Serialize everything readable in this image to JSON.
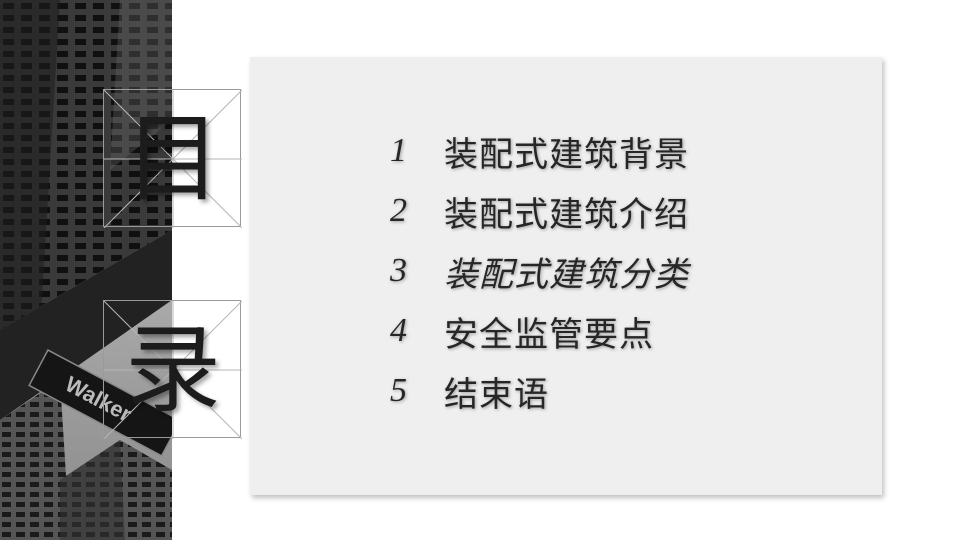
{
  "title_chars": [
    "目",
    "录"
  ],
  "photo": {
    "icon": "city-skyscraper-photo",
    "sign_text": "Walker"
  },
  "toc": [
    {
      "num": "1",
      "text": "装配式建筑背景"
    },
    {
      "num": "2",
      "text": "装配式建筑介绍"
    },
    {
      "num": "3",
      "text": "装配式建筑分类"
    },
    {
      "num": "4",
      "text": "安全监管要点"
    },
    {
      "num": "5",
      "text": "结束语"
    }
  ],
  "colors": {
    "panel": "#efefef",
    "text": "#262626",
    "photo_dark": "#2a2a2a"
  }
}
